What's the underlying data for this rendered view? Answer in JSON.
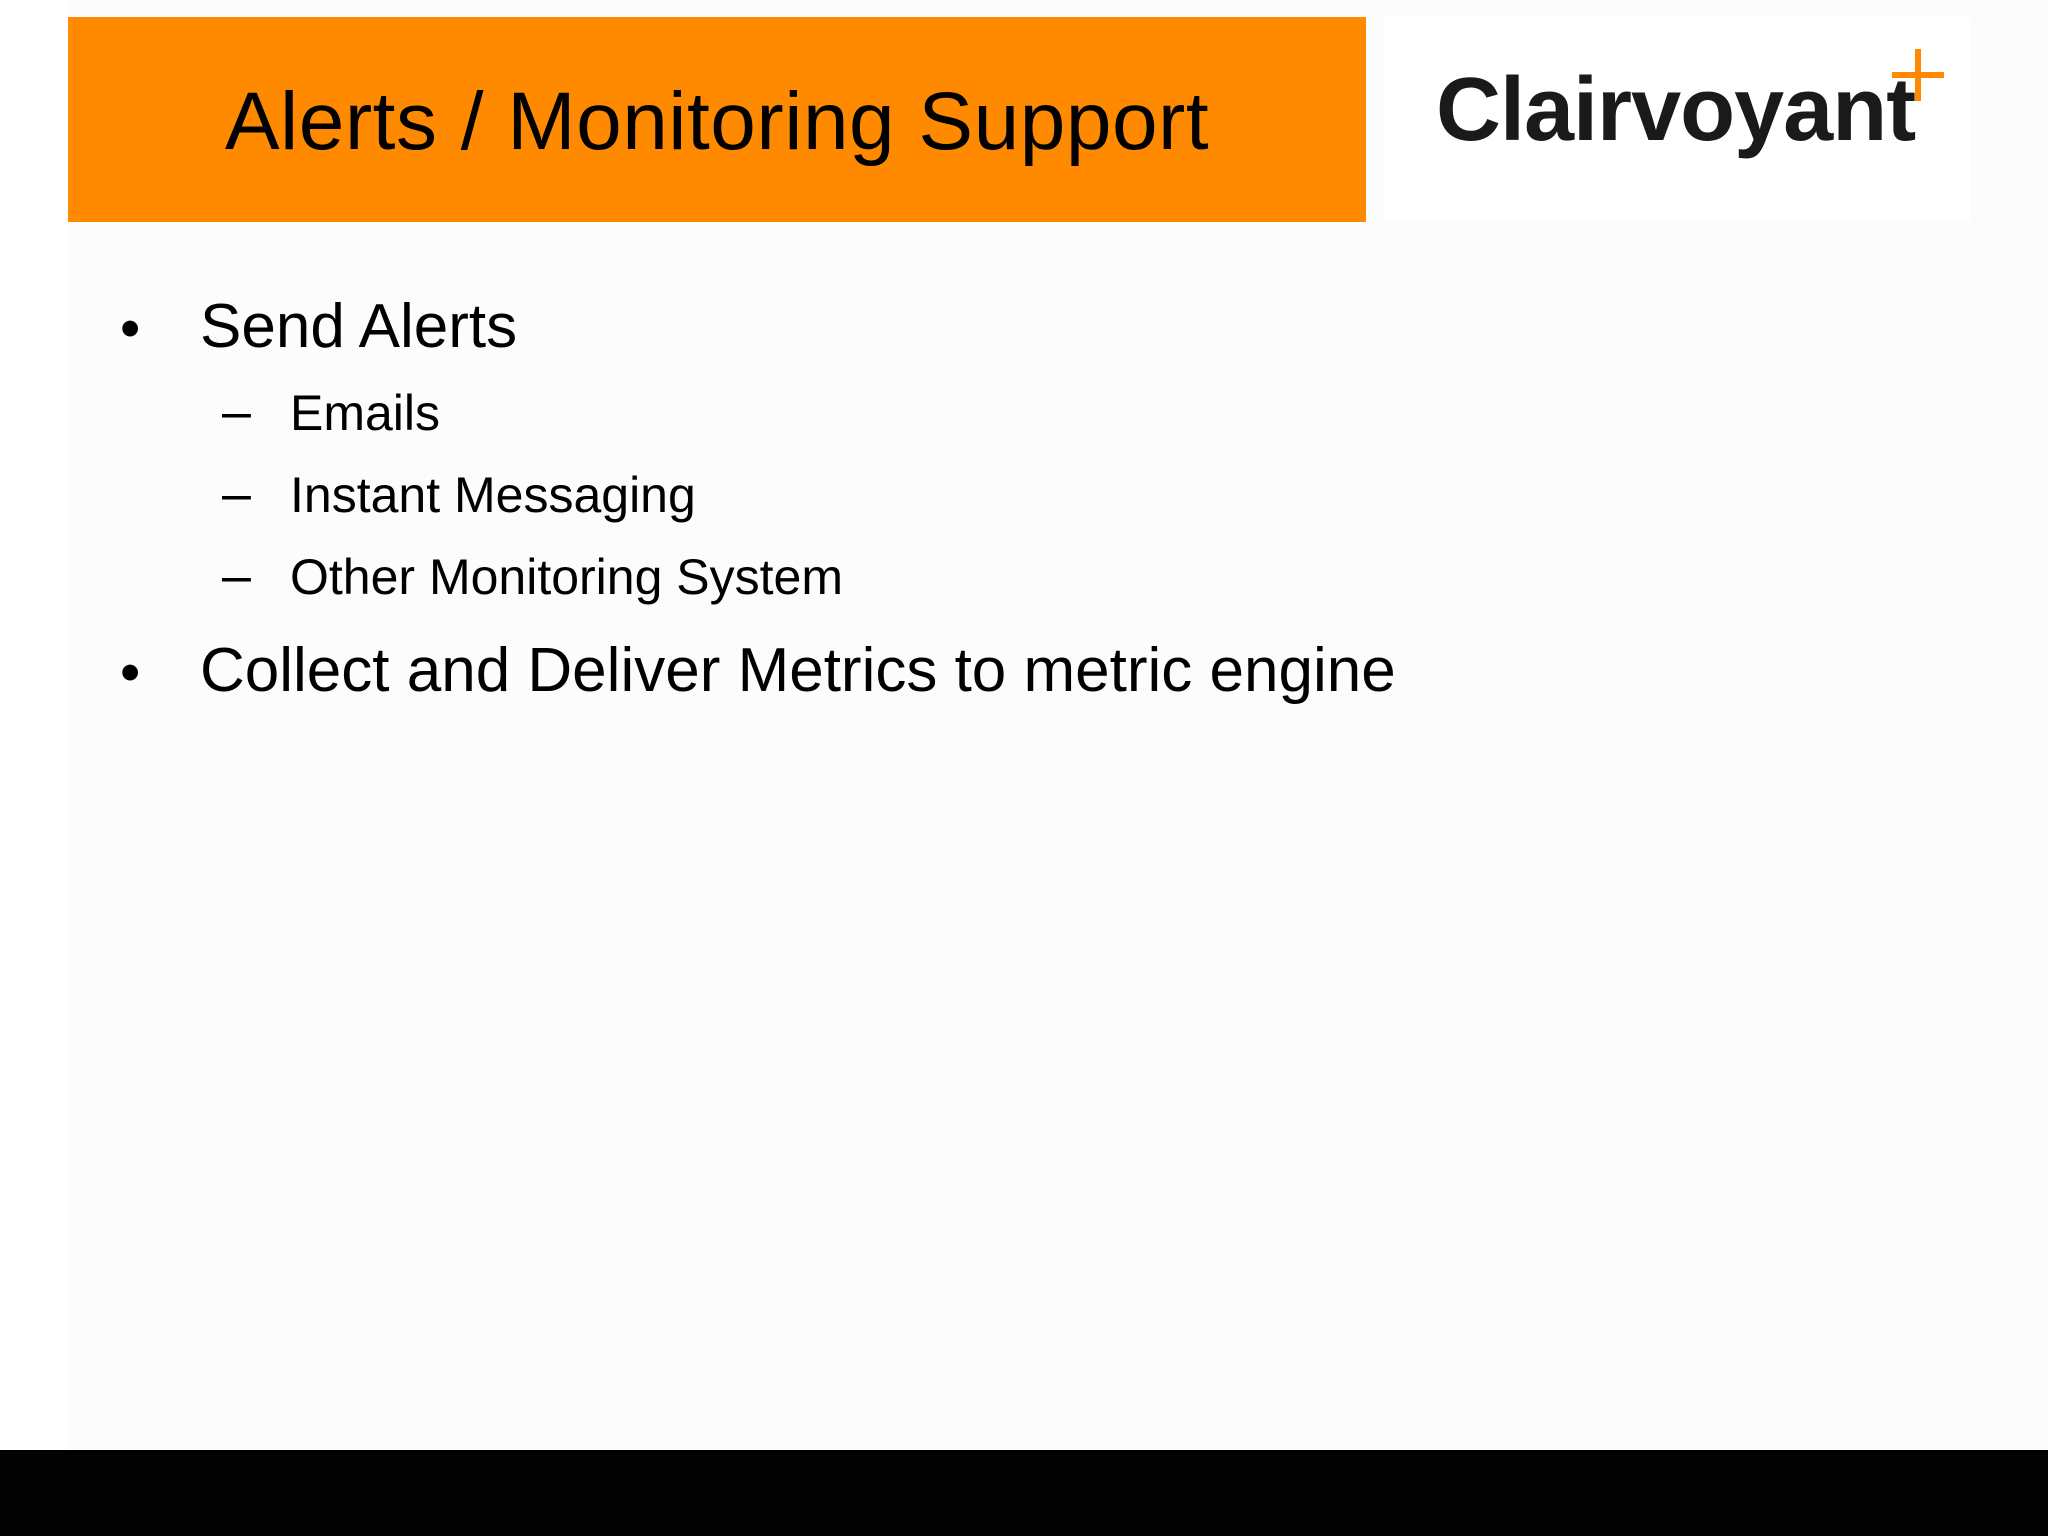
{
  "slide": {
    "title": "Alerts / Monitoring Support",
    "logo": {
      "wordmark": "Clairvoyant",
      "plus_symbol": "+",
      "accent_color": "#ff8a00"
    },
    "title_bar_color": "#ff8a00",
    "bullets": [
      {
        "marker": "•",
        "text": "Send Alerts",
        "sub_items": [
          {
            "marker": "–",
            "text": "Emails"
          },
          {
            "marker": "–",
            "text": "Instant Messaging"
          },
          {
            "marker": "–",
            "text": "Other Monitoring System"
          }
        ]
      },
      {
        "marker": "•",
        "text": "Collect and Deliver Metrics to metric engine",
        "sub_items": []
      }
    ]
  }
}
